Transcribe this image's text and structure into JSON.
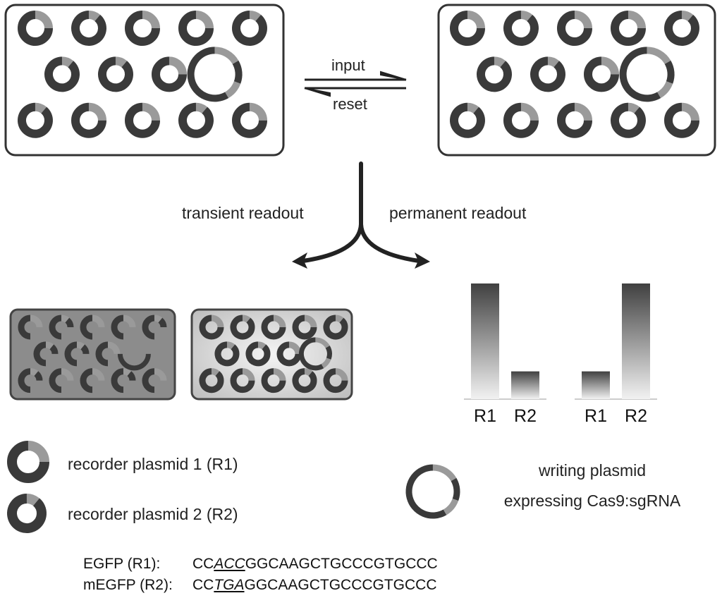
{
  "reaction": {
    "forward_label": "input",
    "reverse_label": "reset"
  },
  "readout": {
    "transient_label": "transient readout",
    "permanent_label": "permanent readout"
  },
  "legend": {
    "r1_label": "recorder plasmid 1 (R1)",
    "r2_label": "recorder plasmid 2 (R2)",
    "writer_line1": "writing plasmid",
    "writer_line2": "expressing Cas9:sgRNA"
  },
  "sequences": [
    {
      "label": "EGFP (R1):",
      "prefix": "CC",
      "codon": "ACC",
      "suffix": "GGCAAGCTGCCCGTGCCC"
    },
    {
      "label": "mEGFP (R2):",
      "prefix": "CC",
      "codon": "TGA",
      "suffix": "GGCAAGCTGCCCGTGCCC"
    }
  ],
  "chart_data": [
    {
      "type": "bar",
      "categories": [
        "R1",
        "R2"
      ],
      "values": [
        100,
        24
      ]
    },
    {
      "type": "bar",
      "categories": [
        "R1",
        "R2"
      ],
      "values": [
        24,
        100
      ]
    }
  ],
  "colors": {
    "ring_dark": "#3a3a3a",
    "ring_light": "#9a9a9a",
    "box_fill_dark": "#8c8c8c",
    "box_fill_light": "#d4d4d4"
  }
}
